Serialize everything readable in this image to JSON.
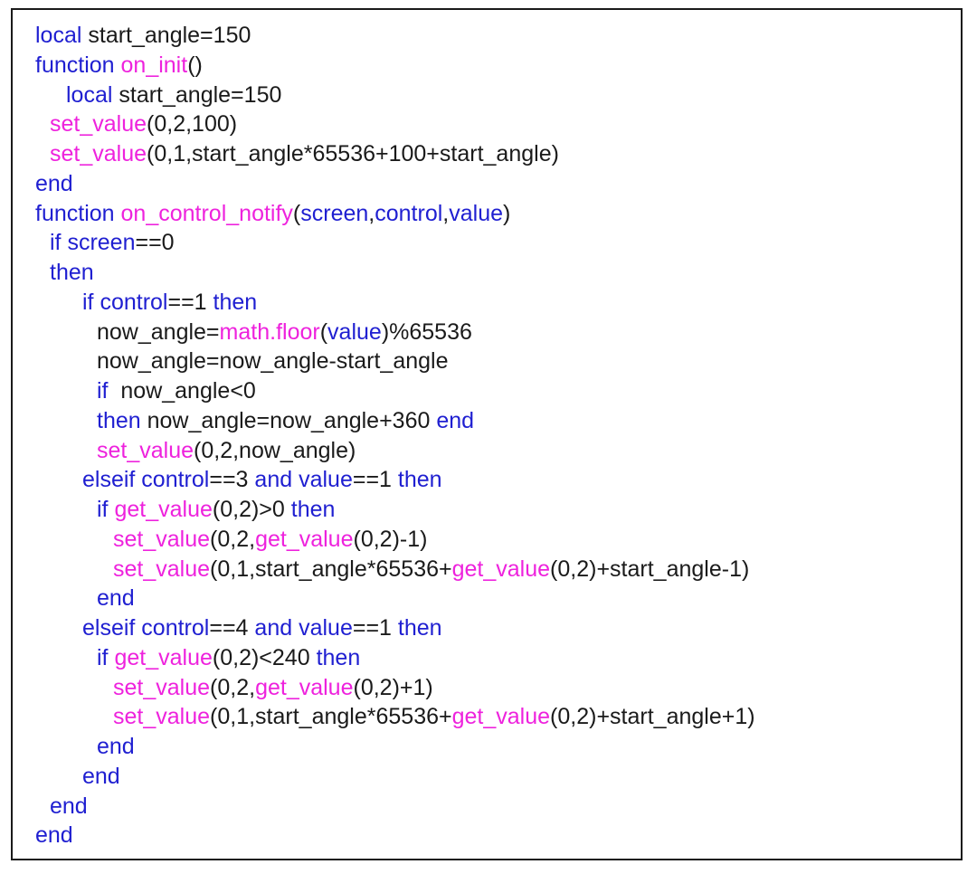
{
  "colors": {
    "keyword": "#1f1fd1",
    "function": "#ee22dd",
    "text": "#1a1a1a",
    "border": "#1a1a1a",
    "background": "#ffffff"
  },
  "code": {
    "language": "lua",
    "lines": [
      {
        "indent": 0,
        "tokens": [
          [
            "kw",
            "local"
          ],
          [
            "tx",
            " start_angle=150"
          ]
        ]
      },
      {
        "indent": 0,
        "tokens": [
          [
            "kw",
            "function "
          ],
          [
            "fn",
            "on_init"
          ],
          [
            "tx",
            "()"
          ]
        ]
      },
      {
        "indent": 34,
        "tokens": [
          [
            "kw",
            "local"
          ],
          [
            "tx",
            " start_angle=150"
          ]
        ]
      },
      {
        "indent": 16,
        "tokens": [
          [
            "fn",
            "set_value"
          ],
          [
            "tx",
            "(0,2,100)"
          ]
        ]
      },
      {
        "indent": 16,
        "tokens": [
          [
            "fn",
            "set_value"
          ],
          [
            "tx",
            "(0,1,start_angle*65536+100+start_angle)"
          ]
        ]
      },
      {
        "indent": 0,
        "tokens": [
          [
            "kw",
            "end"
          ]
        ]
      },
      {
        "indent": 0,
        "tokens": [
          [
            "kw",
            "function "
          ],
          [
            "fn",
            "on_control_notify"
          ],
          [
            "tx",
            "("
          ],
          [
            "kw",
            "screen"
          ],
          [
            "tx",
            ","
          ],
          [
            "kw",
            "control"
          ],
          [
            "tx",
            ","
          ],
          [
            "kw",
            "value"
          ],
          [
            "tx",
            ")"
          ]
        ]
      },
      {
        "indent": 16,
        "tokens": [
          [
            "kw",
            "if screen"
          ],
          [
            "tx",
            "==0"
          ]
        ]
      },
      {
        "indent": 16,
        "tokens": [
          [
            "kw",
            "then"
          ]
        ]
      },
      {
        "indent": 52,
        "tokens": [
          [
            "kw",
            "if control"
          ],
          [
            "tx",
            "==1 "
          ],
          [
            "kw",
            "then"
          ]
        ]
      },
      {
        "indent": 68,
        "tokens": [
          [
            "tx",
            "now_angle="
          ],
          [
            "fn",
            "math.floor"
          ],
          [
            "tx",
            "("
          ],
          [
            "kw",
            "value"
          ],
          [
            "tx",
            ")%65536"
          ]
        ]
      },
      {
        "indent": 68,
        "tokens": [
          [
            "tx",
            "now_angle=now_angle-start_angle"
          ]
        ]
      },
      {
        "indent": 68,
        "tokens": [
          [
            "kw",
            "if"
          ],
          [
            "tx",
            "  now_angle<0"
          ]
        ]
      },
      {
        "indent": 68,
        "tokens": [
          [
            "kw",
            "then"
          ],
          [
            "tx",
            " now_angle=now_angle+360 "
          ],
          [
            "kw",
            "end"
          ]
        ]
      },
      {
        "indent": 68,
        "tokens": [
          [
            "fn",
            "set_value"
          ],
          [
            "tx",
            "(0,2,now_angle)"
          ]
        ]
      },
      {
        "indent": 52,
        "tokens": [
          [
            "kw",
            "elseif control"
          ],
          [
            "tx",
            "==3 "
          ],
          [
            "kw",
            "and value"
          ],
          [
            "tx",
            "==1 "
          ],
          [
            "kw",
            "then"
          ]
        ]
      },
      {
        "indent": 68,
        "tokens": [
          [
            "kw",
            "if "
          ],
          [
            "fn",
            "get_value"
          ],
          [
            "tx",
            "(0,2)>0 "
          ],
          [
            "kw",
            "then"
          ]
        ]
      },
      {
        "indent": 86,
        "tokens": [
          [
            "fn",
            "set_value"
          ],
          [
            "tx",
            "(0,2,"
          ],
          [
            "fn",
            "get_value"
          ],
          [
            "tx",
            "(0,2)-1)"
          ]
        ]
      },
      {
        "indent": 86,
        "tokens": [
          [
            "fn",
            "set_value"
          ],
          [
            "tx",
            "(0,1,start_angle*65536+"
          ],
          [
            "fn",
            "get_value"
          ],
          [
            "tx",
            "(0,2)+start_angle-1)"
          ]
        ]
      },
      {
        "indent": 68,
        "tokens": [
          [
            "kw",
            "end"
          ]
        ]
      },
      {
        "indent": 52,
        "tokens": [
          [
            "kw",
            "elseif control"
          ],
          [
            "tx",
            "==4 "
          ],
          [
            "kw",
            "and value"
          ],
          [
            "tx",
            "==1 "
          ],
          [
            "kw",
            "then"
          ]
        ]
      },
      {
        "indent": 68,
        "tokens": [
          [
            "kw",
            "if "
          ],
          [
            "fn",
            "get_value"
          ],
          [
            "tx",
            "(0,2)<240 "
          ],
          [
            "kw",
            "then"
          ]
        ]
      },
      {
        "indent": 86,
        "tokens": [
          [
            "fn",
            "set_value"
          ],
          [
            "tx",
            "(0,2,"
          ],
          [
            "fn",
            "get_value"
          ],
          [
            "tx",
            "(0,2)+1)"
          ]
        ]
      },
      {
        "indent": 86,
        "tokens": [
          [
            "fn",
            "set_value"
          ],
          [
            "tx",
            "(0,1,start_angle*65536+"
          ],
          [
            "fn",
            "get_value"
          ],
          [
            "tx",
            "(0,2)+start_angle+1)"
          ]
        ]
      },
      {
        "indent": 68,
        "tokens": [
          [
            "kw",
            "end"
          ]
        ]
      },
      {
        "indent": 52,
        "tokens": [
          [
            "kw",
            "end"
          ]
        ]
      },
      {
        "indent": 16,
        "tokens": [
          [
            "kw",
            "end"
          ]
        ]
      },
      {
        "indent": 0,
        "tokens": [
          [
            "kw",
            "end"
          ]
        ]
      }
    ]
  }
}
